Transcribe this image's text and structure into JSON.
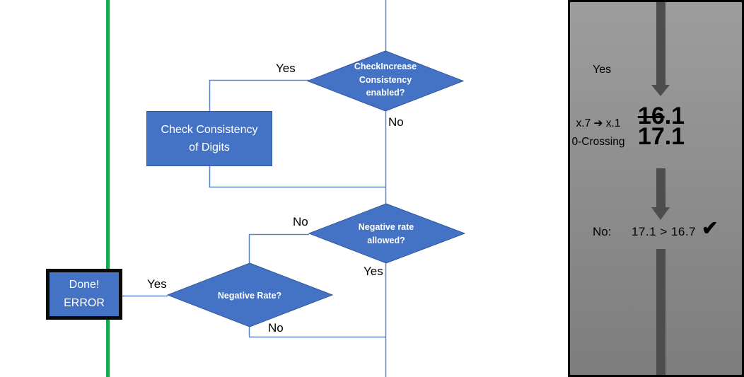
{
  "colors": {
    "shape_fill": "#4472C4",
    "shape_stroke": "#31589E",
    "connector": "#5B84C4",
    "green_line": "#17A74F",
    "panel_top": "#9D9D9D",
    "panel_bottom": "#7D7D7D",
    "panel_arrow": "#4D4D4D",
    "panel_border": "#000000",
    "shape_text": "#FFFFFF",
    "label_text": "#000000"
  },
  "flowchart": {
    "decision_check_increase": {
      "line1": "CheckIncrease",
      "line2": "Consistency",
      "line3": "enabled?",
      "yes_label": "Yes",
      "no_label": "No"
    },
    "process_check_consistency": {
      "line1": "Check Consistency",
      "line2": "of Digits"
    },
    "decision_negative_rate_allowed": {
      "line1": "Negative rate",
      "line2": "allowed?",
      "no_label": "No",
      "yes_label": "Yes"
    },
    "decision_negative_rate": {
      "label": "Negative Rate?",
      "yes_label": "Yes",
      "no_label": "No"
    },
    "terminal_done_error": {
      "line1": "Done!",
      "line2": "ERROR"
    }
  },
  "side_panel": {
    "yes_label": "Yes",
    "rule_line1": "x.7 ➔ x.1",
    "rule_line2": "0-Crossing",
    "old_value_struck": "16",
    "old_value_rest": ".1",
    "new_value": "17.1",
    "result_prefix": "No:",
    "result_comparison": "17.1 > 16.7",
    "checkmark": "✔"
  }
}
